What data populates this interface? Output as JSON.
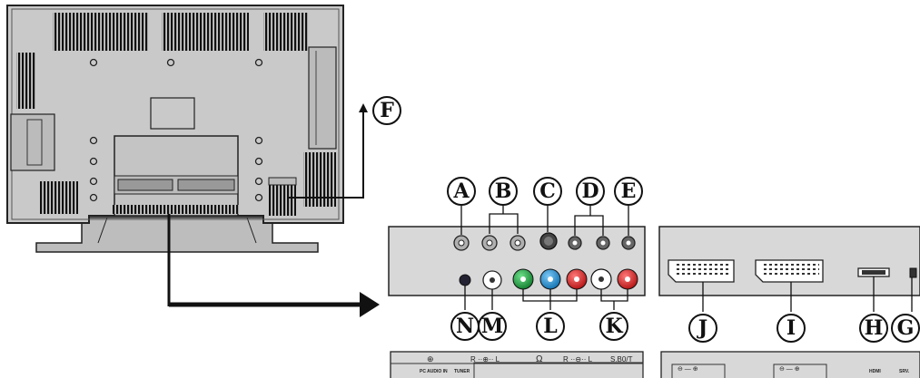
{
  "callouts": {
    "a": "A",
    "b": "B",
    "c": "C",
    "d": "D",
    "e": "E",
    "f": "F",
    "g": "G",
    "h": "H",
    "i": "I",
    "j": "J",
    "k": "K",
    "l": "L",
    "m": "M",
    "n": "N"
  },
  "label_strip": {
    "audio_lr": "R ··⊕·· L",
    "audio_lr_2": "R ··⊖·· L",
    "s_out": "S.B0/T",
    "pc_audio_in": "PC AUDIO IN",
    "tuner": "TUNER",
    "hdmi": "HDMI",
    "srv": "SRV."
  },
  "colors": {
    "panel_fill": "#d8d8d8",
    "tv_body": "#c9c9c9",
    "jack_green": "#1a9a3c",
    "jack_blue": "#1c8ed0",
    "jack_red": "#d81f1f",
    "jack_white": "#ffffff"
  }
}
